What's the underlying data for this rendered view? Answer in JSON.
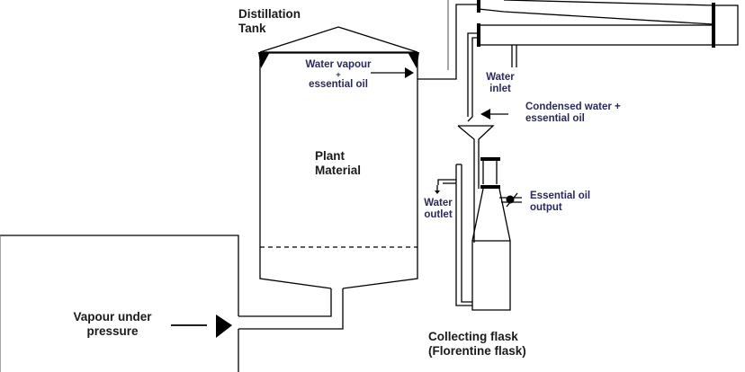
{
  "diagram": {
    "title": "Steam distillation setup",
    "labels": {
      "distillation_tank": [
        "Distillation",
        "Tank"
      ],
      "water_vapour": [
        "Water vapour",
        "+",
        "essential oil"
      ],
      "plant_material": [
        "Plant",
        "Material"
      ],
      "water_inlet": [
        "Water",
        "inlet"
      ],
      "condensed": [
        "Condensed water +",
        "essential oil"
      ],
      "water_outlet": [
        "Water",
        "outlet"
      ],
      "essential_oil_output": [
        "Essential oil",
        "output"
      ],
      "vapour_under_pressure": [
        "Vapour under",
        "pressure"
      ],
      "collecting_flask": [
        "Collecting flask",
        "(Florentine flask)"
      ]
    },
    "colors": {
      "line": "#000000",
      "text": "#1a1a1a",
      "accent_text": "#2a2a5a"
    }
  }
}
